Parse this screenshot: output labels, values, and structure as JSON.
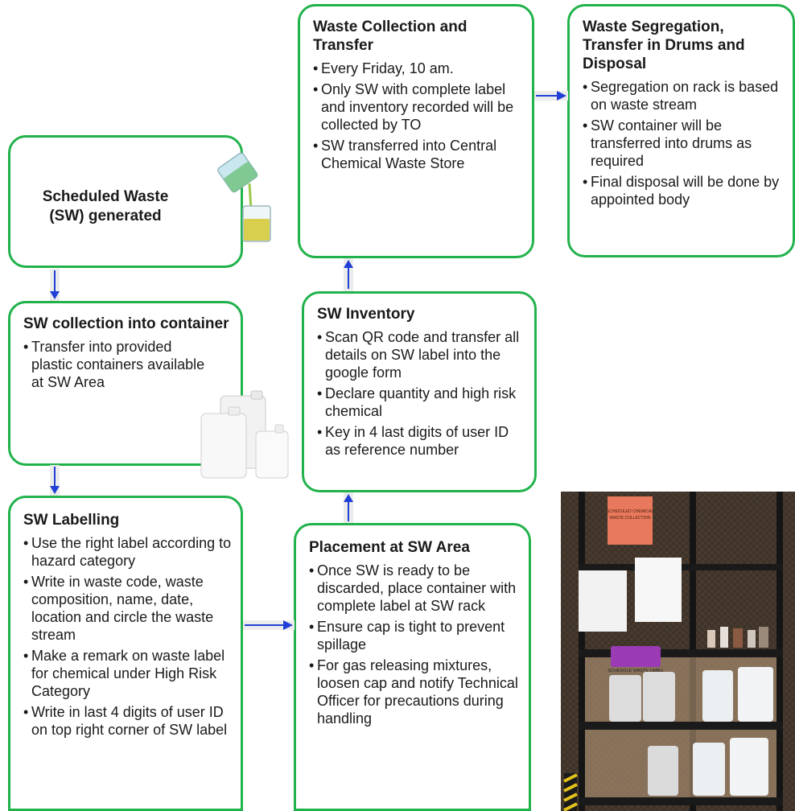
{
  "boxes": {
    "generated": {
      "title": "Scheduled Waste (SW) generated"
    },
    "collection": {
      "title": "SW collection into container",
      "items": [
        "Transfer into provided plastic containers available at SW Area"
      ]
    },
    "labelling": {
      "title": "SW Labelling",
      "items": [
        "Use the right label according to hazard category",
        "Write in waste code, waste composition, name, date, location and circle the waste stream",
        "Make a remark on waste label for chemical under High Risk Category",
        "Write in last 4 digits of user ID on top right corner of SW label"
      ]
    },
    "placement": {
      "title": "Placement at SW Area",
      "items": [
        "Once SW is ready to be discarded, place container with complete label at SW rack",
        "Ensure cap is tight to prevent spillage",
        "For gas releasing mixtures, loosen cap and notify Technical Officer for precautions during handling"
      ]
    },
    "inventory": {
      "title": "SW Inventory",
      "items": [
        "Scan QR code and transfer all details on SW label into the google form",
        "Declare quantity and high risk chemical",
        "Key in 4 last digits of user ID as reference number"
      ]
    },
    "transfer": {
      "title": "Waste Collection and Transfer",
      "items": [
        "Every Friday, 10 am.",
        "Only SW with complete label and inventory recorded will be collected by TO",
        "SW transferred into Central Chemical Waste Store"
      ]
    },
    "disposal": {
      "title": "Waste Segregation, Transfer in Drums and Disposal",
      "items": [
        "Segregation on rack is based on waste stream",
        "SW container will be transferred into drums as required",
        "Final disposal will be done by appointed body"
      ]
    }
  },
  "photo": {
    "sign_text": "SCHEDULED CHEMICAL WASTE COLLECTION",
    "basket_label": "SCHEDULE WASTE LABEL"
  },
  "colors": {
    "border": "#22b24c",
    "arrow": "#1f3fd6"
  }
}
